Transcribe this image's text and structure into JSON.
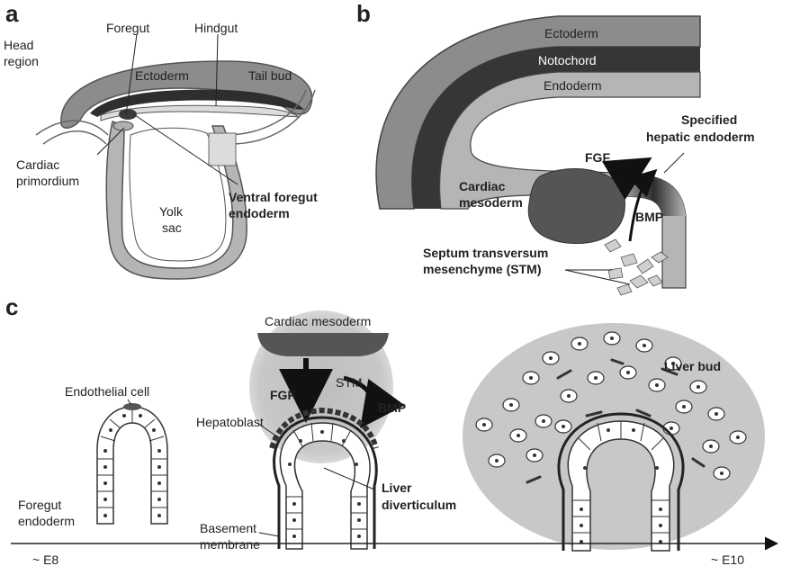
{
  "panels": {
    "a": {
      "letter": "a",
      "foregut": "Foregut",
      "hindgut": "Hindgut",
      "head_region_1": "Head",
      "head_region_2": "region",
      "ectoderm": "Ectoderm",
      "tail_bud": "Tail bud",
      "cardiac_primordium_1": "Cardiac",
      "cardiac_primordium_2": "primordium",
      "yolk_sac_1": "Yolk",
      "yolk_sac_2": "sac",
      "ventral_foregut_1": "Ventral foregut",
      "ventral_foregut_2": "endoderm"
    },
    "b": {
      "letter": "b",
      "ectoderm": "Ectoderm",
      "notochord": "Notochord",
      "endoderm": "Endoderm",
      "specified_1": "Specified",
      "specified_2": "hepatic endoderm",
      "fgf": "FGF",
      "bmp": "BMP",
      "cardiac_1": "Cardiac",
      "cardiac_2": "mesoderm",
      "septum_1": "Septum transversum",
      "septum_2": "mesenchyme (STM)"
    },
    "c": {
      "letter": "c",
      "cardiac_mesoderm": "Cardiac mesoderm",
      "stm": "STM",
      "fgf": "FGF",
      "bmp": "BMP",
      "liver_bud": "Liver bud",
      "endothelial_cell": "Endothelial cell",
      "hepatoblast": "Hepatoblast",
      "foregut_endoderm_1": "Foregut",
      "foregut_endoderm_2": "endoderm",
      "basement_1": "Basement",
      "basement_2": "membrane",
      "liver_div_1": "Liver",
      "liver_div_2": "diverticulum"
    }
  },
  "timeline": {
    "start": "~ E8",
    "end": "~ E10"
  },
  "colors": {
    "ectoderm": "#8c8c8c",
    "notochord": "#3a3a3a",
    "endoderm": "#b5b5b5",
    "stm_halo": "#c4c4c4",
    "cardiac": "#555555"
  }
}
